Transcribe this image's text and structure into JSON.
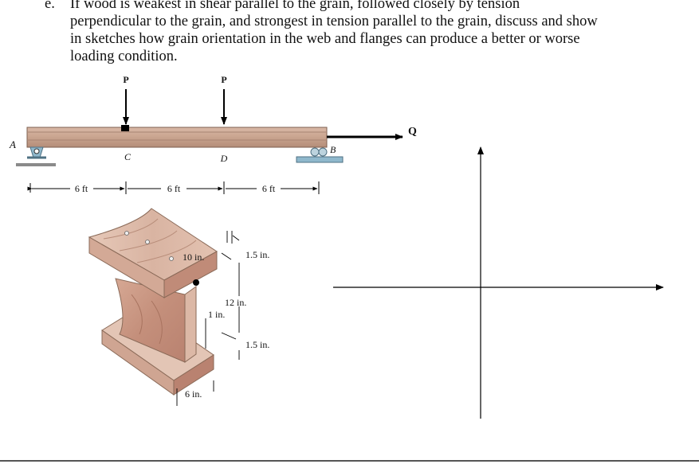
{
  "question": {
    "letter": "e.",
    "lines": [
      "If wood is weakest in shear parallel to the grain, followed closely by tension",
      "perpendicular to the grain, and strongest in tension parallel to the grain, discuss and show",
      "in sketches how grain orientation in the web and flanges can produce a better or worse",
      "loading condition."
    ]
  },
  "beam": {
    "load_left": "P",
    "load_right": "P",
    "support_left": "A",
    "support_right": "B",
    "point_c": "C",
    "point_d": "D",
    "axial_force": "Q",
    "span_1": "6 ft",
    "span_2": "6 ft",
    "span_3": "6 ft"
  },
  "section": {
    "flange_width_top": "10 in.",
    "flange_thickness_top": "1.5 in.",
    "web_height": "12 in.",
    "web_thickness": "1 in.",
    "flange_thickness_bottom": "1.5 in.",
    "flange_width_bottom": "6 in."
  },
  "colors": {
    "beam_body": "#c9a48f",
    "beam_edge": "#8a6a58",
    "wood_light": "#e2c0ae",
    "wood_mid": "#cf9f8a",
    "wood_dark": "#b98270",
    "support_blue": "#8fb8cc",
    "arrow": "#000000"
  }
}
